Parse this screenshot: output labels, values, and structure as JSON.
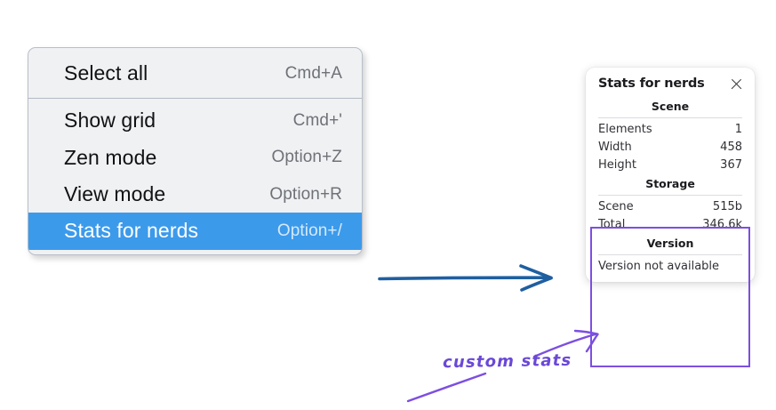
{
  "menu": {
    "groups": [
      {
        "items": [
          {
            "label": "Select all",
            "shortcut": "Cmd+A",
            "selected": false
          }
        ]
      },
      {
        "items": [
          {
            "label": "Show grid",
            "shortcut": "Cmd+'",
            "selected": false
          },
          {
            "label": "Zen mode",
            "shortcut": "Option+Z",
            "selected": false
          },
          {
            "label": "View mode",
            "shortcut": "Option+R",
            "selected": false
          },
          {
            "label": "Stats for nerds",
            "shortcut": "Option+/",
            "selected": true
          }
        ]
      }
    ],
    "highlight_color": "#3c9aeb",
    "background_color": "#f0f1f3"
  },
  "stats_panel": {
    "title": "Stats for nerds",
    "close_icon": "close-icon",
    "sections": [
      {
        "heading": "Scene",
        "rows": [
          {
            "label": "Elements",
            "value": "1"
          },
          {
            "label": "Width",
            "value": "458"
          },
          {
            "label": "Height",
            "value": "367"
          }
        ]
      },
      {
        "heading": "Storage",
        "rows": [
          {
            "label": "Scene",
            "value": "515b"
          },
          {
            "label": "Total",
            "value": "346.6k"
          }
        ]
      },
      {
        "heading": "Version",
        "note": "Version not available"
      }
    ]
  },
  "annotations": {
    "label": "custom stats",
    "label_color": "#6a48d7",
    "blue_arrow_color": "#1f5fa0",
    "purple_arrow_color": "#7c4fe0",
    "highlight_box_color": "#7c4fe0"
  }
}
